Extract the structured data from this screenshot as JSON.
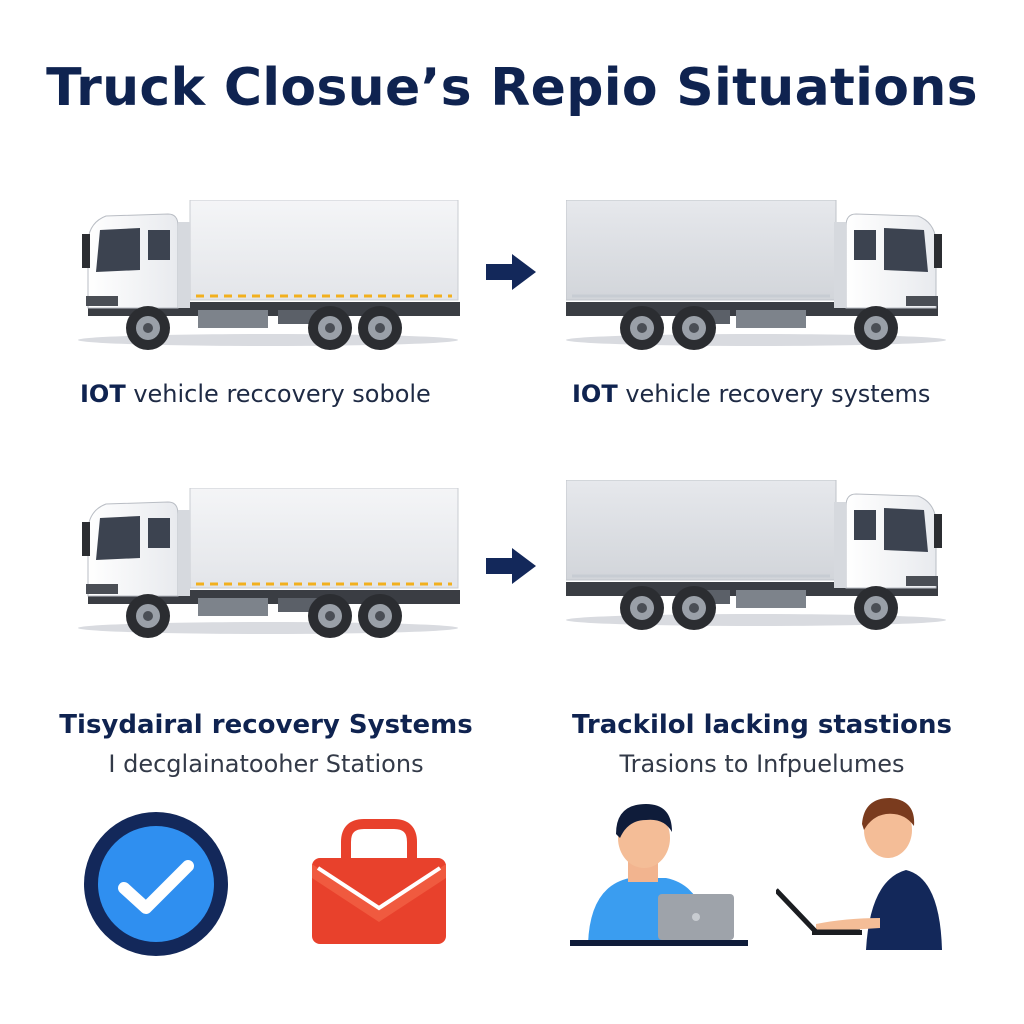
{
  "title": "Truck Closue’s Repio Situations",
  "rows": [
    {
      "left_label_bold": "IOT",
      "left_label_rest": " vehicle reccovery sobole",
      "right_label_bold": "IOT",
      "right_label_rest": " vehicle recovery systems"
    }
  ],
  "bottom": {
    "left_heading": "Tisydairal recovery Systems",
    "left_sub": "I decglainatooher Stations",
    "right_heading": "Trackilol lacking stastions",
    "right_sub": "Trasions to Infpuelumes"
  },
  "icons": {
    "check": "check-circle-icon",
    "mail": "envelope-bag-icon",
    "arrow": "arrow-right-icon"
  },
  "colors": {
    "title": "#0f2350",
    "check_blue": "#2f8ff0",
    "mail_red": "#e8412c",
    "navy": "#1a2a5a"
  }
}
